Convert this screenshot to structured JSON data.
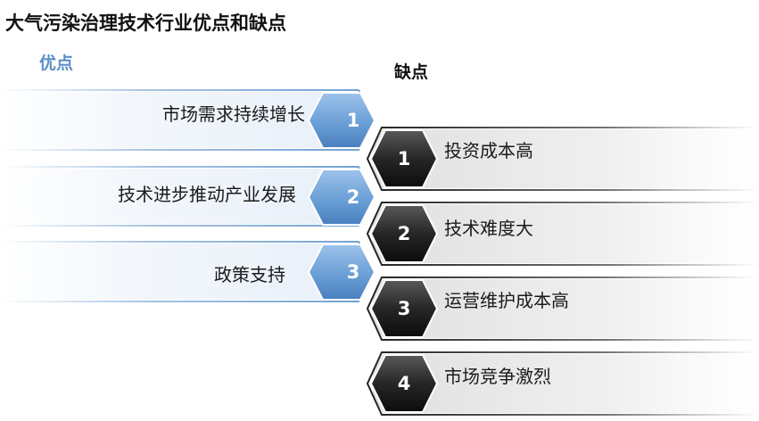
{
  "title": "大气污染治理技术行业优点和缺点",
  "pros": {
    "heading": "优点",
    "items": [
      {
        "num": "1",
        "label": "市场需求持续增长"
      },
      {
        "num": "2",
        "label": "技术进步推动产业发展"
      },
      {
        "num": "3",
        "label": "政策支持"
      }
    ]
  },
  "cons": {
    "heading": "缺点",
    "items": [
      {
        "num": "1",
        "label": "投资成本高"
      },
      {
        "num": "2",
        "label": "技术难度大"
      },
      {
        "num": "3",
        "label": "运营维护成本高"
      },
      {
        "num": "4",
        "label": "市场竞争激烈"
      }
    ]
  },
  "colors": {
    "pro_accent": "#5b8fc6",
    "con_accent": "#1e1e1e"
  }
}
